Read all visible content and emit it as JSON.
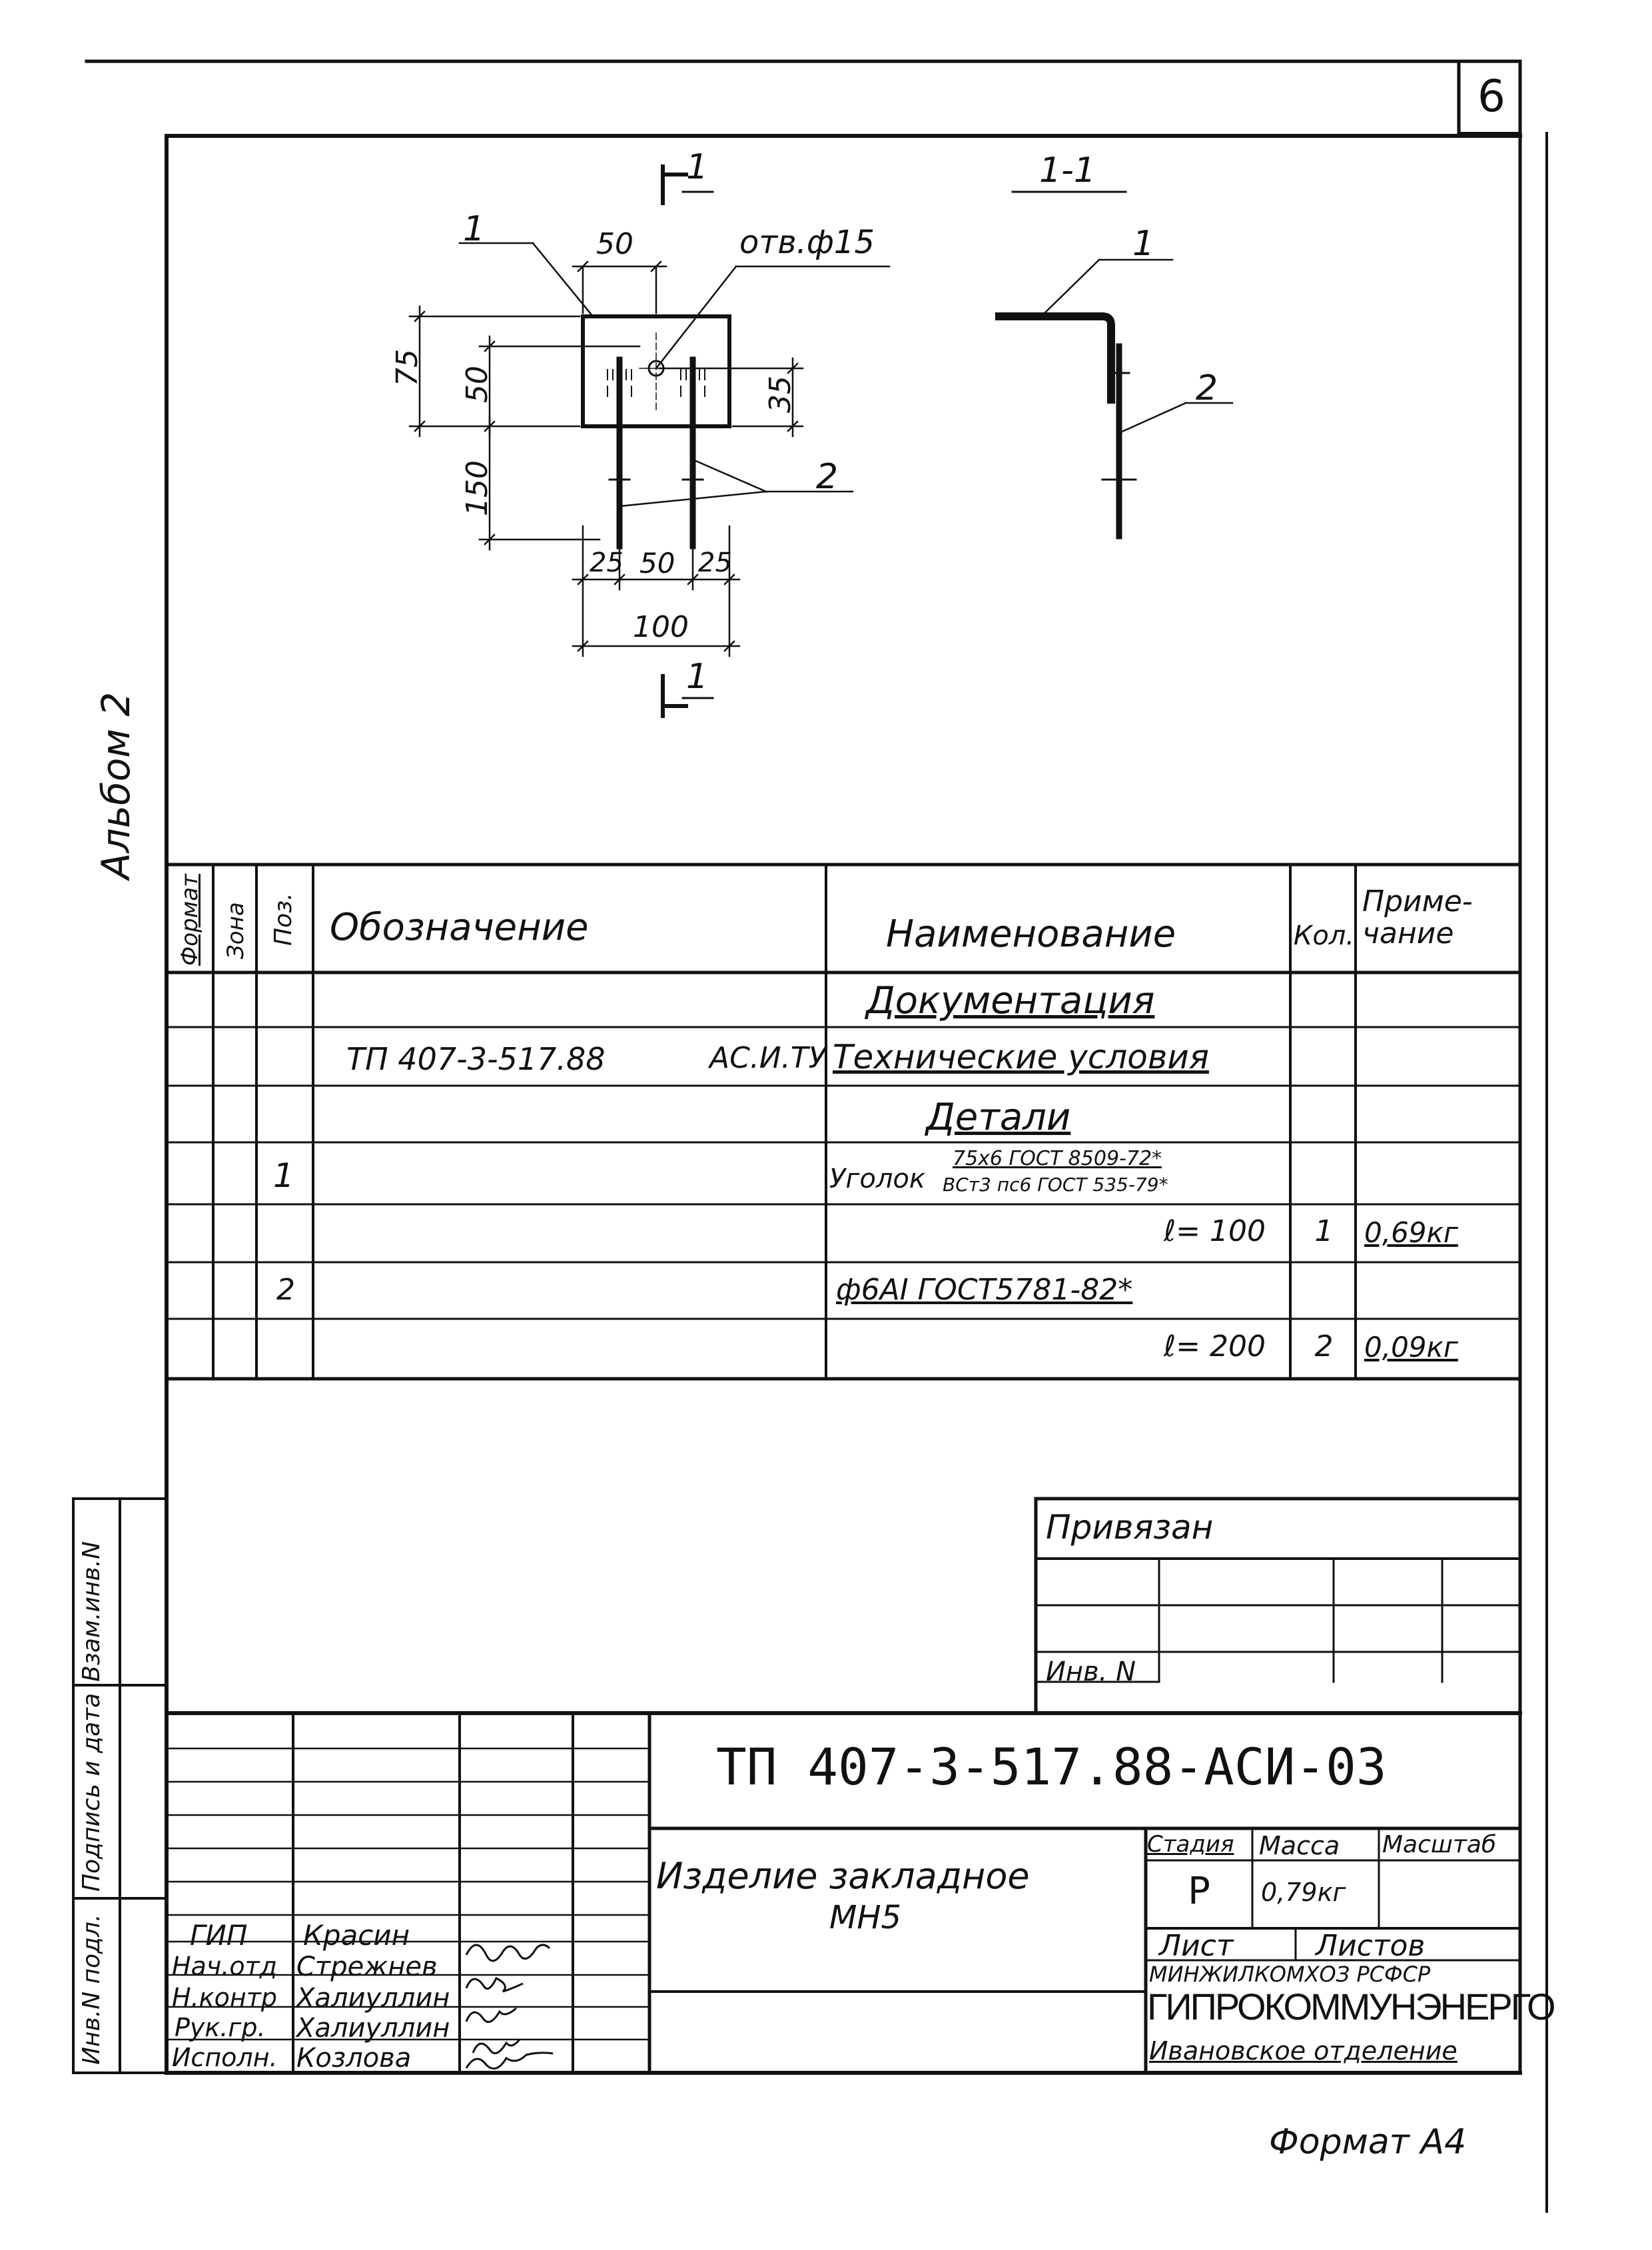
{
  "page_number": "6",
  "side_label": "Альбом 2",
  "drawing": {
    "section_mark": "1",
    "section_title": "1-1",
    "hole_note": "отв.ф15",
    "pos1": "1",
    "pos2": "2",
    "side_pos1": "1",
    "side_pos2": "2",
    "dims": {
      "top_width": "50",
      "left_outer": "75",
      "left_inner": "50",
      "right": "35",
      "rod_length": "150",
      "bottom_left": "25",
      "bottom_mid": "50",
      "bottom_right": "25",
      "total": "100"
    }
  },
  "spec": {
    "headers": {
      "format": "Формат",
      "zone": "Зона",
      "pos": "Поз.",
      "designation": "Обозначение",
      "name": "Наименование",
      "qty": "Кол.",
      "note": "Приме-чание"
    },
    "rows": [
      {
        "pos": "",
        "designation": "",
        "designation_code": "",
        "name": "Документация",
        "qty": "",
        "note": ""
      },
      {
        "pos": "",
        "designation": "ТП 407-3-517.88",
        "designation_code": "АС.И.ТУ",
        "name": "Технические условия",
        "qty": "",
        "note": ""
      },
      {
        "pos": "",
        "designation": "",
        "designation_code": "",
        "name": "Детали",
        "qty": "",
        "note": ""
      },
      {
        "pos": "1",
        "designation": "",
        "designation_code": "",
        "name": "Уголок",
        "name_upper": "75х6 ГОСТ 8509-72*",
        "name_lower": "ВСт3 пс6 ГОСТ 535-79*",
        "qty": "",
        "note": ""
      },
      {
        "pos": "",
        "designation": "",
        "designation_code": "",
        "name": "ℓ= 100",
        "qty": "1",
        "note": "0,69кг"
      },
      {
        "pos": "2",
        "designation": "",
        "designation_code": "",
        "name": "ф6АI ГОСТ5781-82*",
        "qty": "",
        "note": ""
      },
      {
        "pos": "",
        "designation": "",
        "designation_code": "",
        "name": "ℓ= 200",
        "qty": "2",
        "note": "0,09кг"
      }
    ]
  },
  "side_stamp": {
    "inv_podl": "Инв.N подл.",
    "podpis": "Подпись и дата",
    "vzam": "Взам.инв.N"
  },
  "binding": {
    "privyazan": "Привязан",
    "inv": "Инв. N"
  },
  "title_block": {
    "code": "ТП 407-3-517.88-АСИ-03",
    "title_line1": "Изделие закладное",
    "title_line2": "МН5",
    "stage_label": "Стадия",
    "mass_label": "Масса",
    "scale_label": "Масштаб",
    "stage": "Р",
    "mass": "0,79кг",
    "sheet_label": "Лист",
    "sheets_label": "Листов",
    "org_line1": "МИНЖИЛКОМХОЗ РСФСР",
    "org_line2": "ГИПРОКОММУНЭНЕРГО",
    "org_line3": "Ивановское отделение",
    "staff": [
      {
        "role": "ГИП",
        "name": "Красин"
      },
      {
        "role": "Нач.отд",
        "name": "Стрежнев"
      },
      {
        "role": "Н.контр",
        "name": "Халиуллин"
      },
      {
        "role": "Рук.гр.",
        "name": "Халиуллин"
      },
      {
        "role": "Исполн.",
        "name": "Козлова"
      }
    ]
  },
  "format": "Формат А4"
}
